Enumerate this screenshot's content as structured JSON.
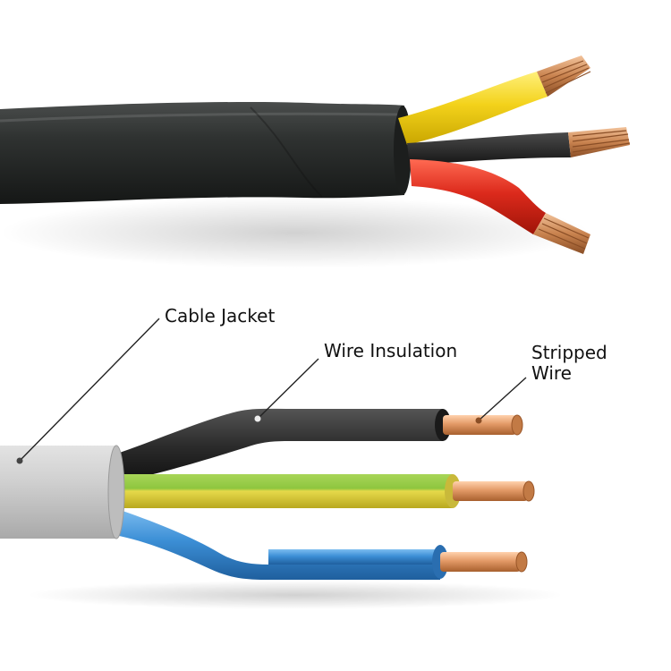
{
  "labels": {
    "cable_jacket": "Cable Jacket",
    "wire_insulation": "Wire Insulation",
    "stripped_wire_line1": "Stripped",
    "stripped_wire_line2": "Wire"
  },
  "colors": {
    "top_jacket": "#2a2c2b",
    "top_core_yellow": "#f2d21a",
    "top_core_black": "#262626",
    "top_core_red": "#dc2a1c",
    "copper_strands": "#c9834f",
    "bottom_jacket": "#c9c9c9",
    "bottom_core_black": "#2b2b2b",
    "bottom_core_earth_green": "#8ec63f",
    "bottom_core_earth_yellow": "#e6d94a",
    "bottom_core_blue": "#3c8fd6",
    "solid_copper": "#e39a67"
  }
}
